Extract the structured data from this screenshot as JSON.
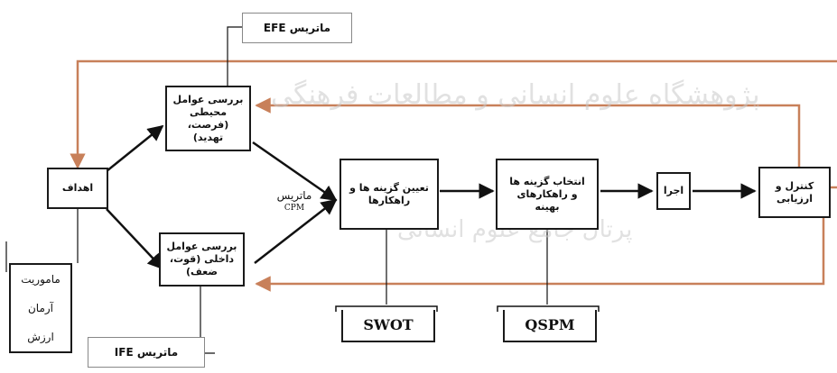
{
  "boxes": {
    "goals": "اهداف",
    "external": "بررسی عوامل محیطی (فرصت، تهدید)",
    "internal": "بررسی عوامل داخلی (قوت، ضعف)",
    "define": "تعیین گزینه ها و راهکارها",
    "select": "انتخاب گزینه ها و راهکارهای بهینه",
    "execute": "اجرا",
    "control": "کنترل و ارزیابی"
  },
  "values_box": {
    "mission": "ماموریت",
    "vision": "آرمان",
    "values": "ارزش"
  },
  "matrices": {
    "efe": "ماتریس EFE",
    "ife": "ماتریس IFE",
    "cpm_word": "ماتریس",
    "cpm_code": "CPM"
  },
  "tools": {
    "swot": "SWOT",
    "qspm": "QSPM"
  },
  "watermark": {
    "line1": "پژوهشگاه علوم انسانی و مطالعات فرهنگی",
    "line2": "پرتال جامع علوم انسانی"
  },
  "colors": {
    "feedback": "#c8805a",
    "arrow": "#111111",
    "border": "#1a1a1a"
  }
}
